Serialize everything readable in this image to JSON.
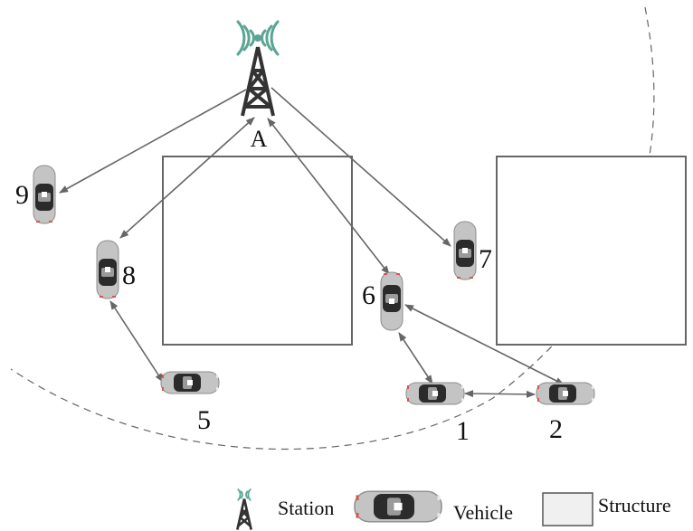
{
  "tower": {
    "label": "A"
  },
  "vehicles": [
    {
      "id": "1",
      "label": "1"
    },
    {
      "id": "2",
      "label": "2"
    },
    {
      "id": "5",
      "label": "5"
    },
    {
      "id": "6",
      "label": "6"
    },
    {
      "id": "7",
      "label": "7"
    },
    {
      "id": "8",
      "label": "8"
    },
    {
      "id": "9",
      "label": "9"
    }
  ],
  "links": [
    {
      "from": "A",
      "to": "9",
      "type": "one-way"
    },
    {
      "from": "A",
      "to": "8",
      "type": "two-way"
    },
    {
      "from": "A",
      "to": "6",
      "type": "two-way"
    },
    {
      "from": "A",
      "to": "7",
      "type": "one-way"
    },
    {
      "from": "8",
      "to": "5",
      "type": "two-way"
    },
    {
      "from": "6",
      "to": "1",
      "type": "two-way"
    },
    {
      "from": "6",
      "to": "2",
      "type": "two-way"
    },
    {
      "from": "1",
      "to": "2",
      "type": "two-way"
    }
  ],
  "legend": {
    "station": "Station",
    "vehicle": "Vehicle",
    "structure": "Structure"
  },
  "colors": {
    "link": "#666666",
    "structure_stroke": "#666666",
    "coverage": "#666666",
    "signal": "#5aa595",
    "tower": "#333333",
    "car_body": "#b9b9b9",
    "car_window": "#2b2b2b",
    "car_tail": "#d9534f"
  }
}
